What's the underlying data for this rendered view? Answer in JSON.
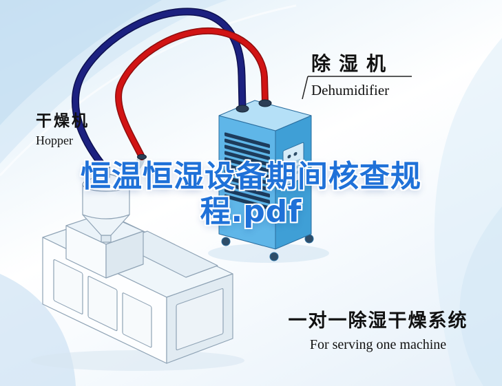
{
  "watermark": {
    "text": "恒温恒湿设备期间核查规程.pdf"
  },
  "labels": {
    "hopper": {
      "zh": "干燥机",
      "en": "Hopper"
    },
    "dehumidifier": {
      "zh": "除湿机",
      "en": "Dehumidifier"
    },
    "system": {
      "zh": "一对一除湿干燥系统",
      "en": "For serving one machine"
    }
  },
  "illustration": {
    "dehumidifier_unit": "dehumidifier-cabinet",
    "hopper_dryer": "hopper-funnel-on-extruder",
    "hoses": [
      "navy-air-hose",
      "red-air-hose"
    ]
  },
  "colors": {
    "watermark-blue": "#1f71d8",
    "pipe-navy": "#1c2180",
    "pipe-navy-dark": "#0d1050",
    "pipe-red": "#d11414",
    "pipe-red-dark": "#8e0d0d",
    "dehu-front": "#5fb6e8",
    "dehu-side": "#3f9fd6",
    "dehu-top": "#b5e0f7",
    "vent-slat": "#1d3c5c",
    "machine-outline": "#8fa3b5",
    "machine-face": "#f7fafc",
    "label-text": "#111111"
  }
}
